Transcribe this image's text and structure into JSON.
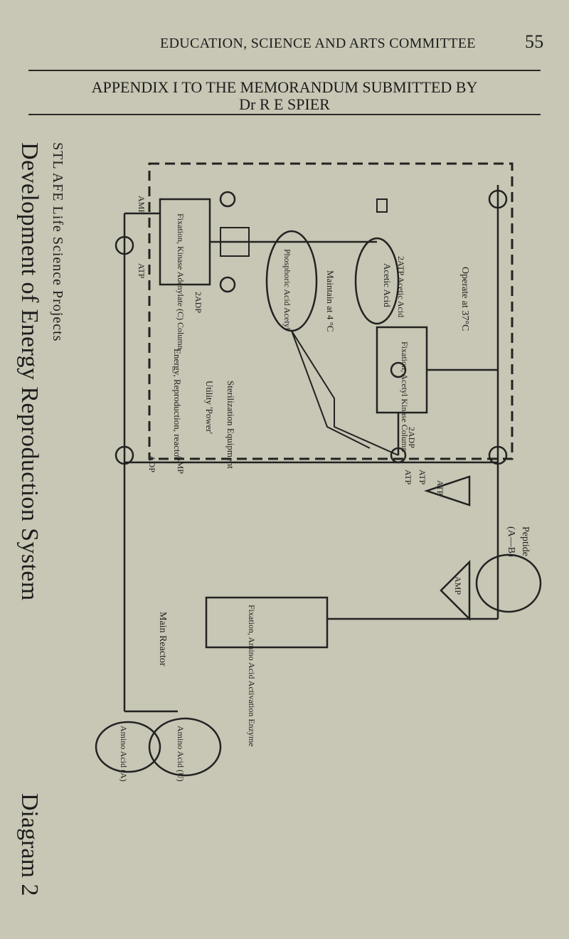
{
  "header": {
    "title": "EDUCATION, SCIENCE AND ARTS COMMITTEE",
    "page_number": "55"
  },
  "appendix": {
    "line1": "APPENDIX I TO THE MEMORANDUM SUBMITTED BY",
    "line2": "Dr R E SPIER"
  },
  "side_title": "Development of Energy Reproduction System",
  "diagram_label": "Diagram 2",
  "side_caption": "STL AFE Life Science Projects",
  "diagram": {
    "labels": {
      "operate": "Operate at 37°C",
      "maintain": "Maintain at 4 °C",
      "energy_reactor": "Energy, Reproduction, reactor",
      "sterilization": "Sterilization Equipment",
      "utility": "Utility 'Power'",
      "main_reactor": "Main Reactor",
      "peptide": "Peptide",
      "a_b": "(A—B)",
      "acetic_acid": "Acetic Acid",
      "acetic_acid_2": "2ATP Acetic Acid",
      "phosphoric": "Phosphoric Acid Acetyl",
      "fix_col_1": "Fixation, Acetyl Kinase Column",
      "fix_col_2": "Fixation, Kinase Adenylate (C) Column",
      "fix_enzyme": "Fixation, Amino Acid Activation Enzyme",
      "amino_u": "Amino Acid (U)",
      "amino_a": "Amino Acid (A)",
      "amp": "AMP",
      "adp2": "2ADP",
      "atp": "ATP",
      "adp": "ADP",
      "amp2": "AMP",
      "atp2": "ATP",
      "atp3": "ATP",
      "adp4": "AMP",
      "atp_label_b": "ATP",
      "two_adp": "2ADP"
    }
  }
}
